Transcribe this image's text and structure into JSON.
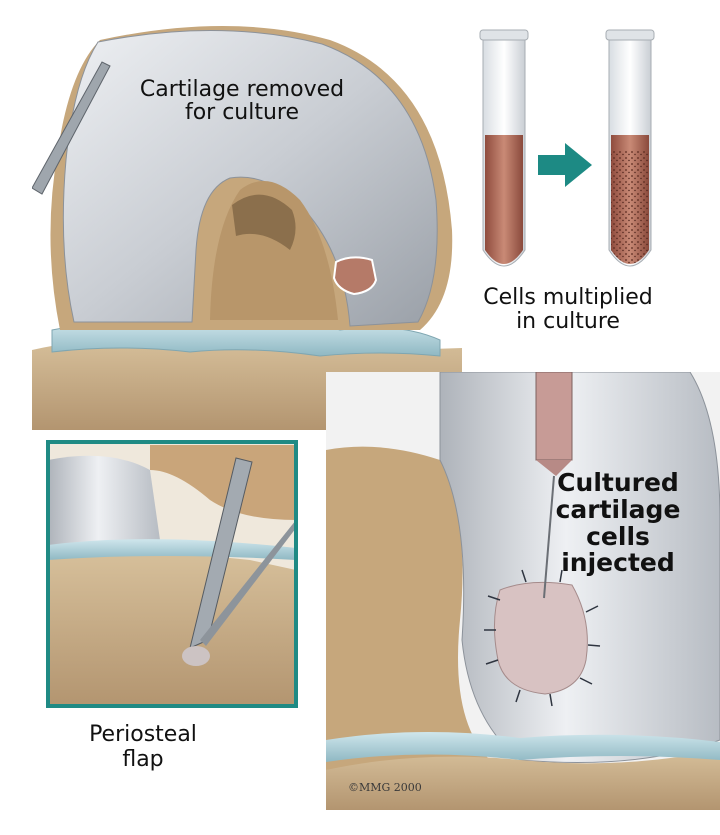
{
  "labels": {
    "cartilage_removed": "Cartilage removed\nfor culture",
    "cells_multiplied": "Cells multiplied\nin culture",
    "cells_injected": "Cultured\ncartilage\ncells\ninjected",
    "periosteal_flap": "Periosteal\nflap"
  },
  "copyright": "©MMG 2000",
  "colors": {
    "cartilage": "#c9cdd3",
    "bone": "#c8ad86",
    "meniscus": "#a9cdd6",
    "culture_medium": "#b06a58",
    "arrow": "#1d8a84",
    "inset_frame": "#1f8a84",
    "defect": "#b57a68",
    "patch": "#d8c2c2"
  },
  "icons": {
    "arrow": "right-arrow-icon",
    "test_tube": "test-tube-icon",
    "syringe": "syringe-icon",
    "scalpel": "scalpel-icon"
  }
}
